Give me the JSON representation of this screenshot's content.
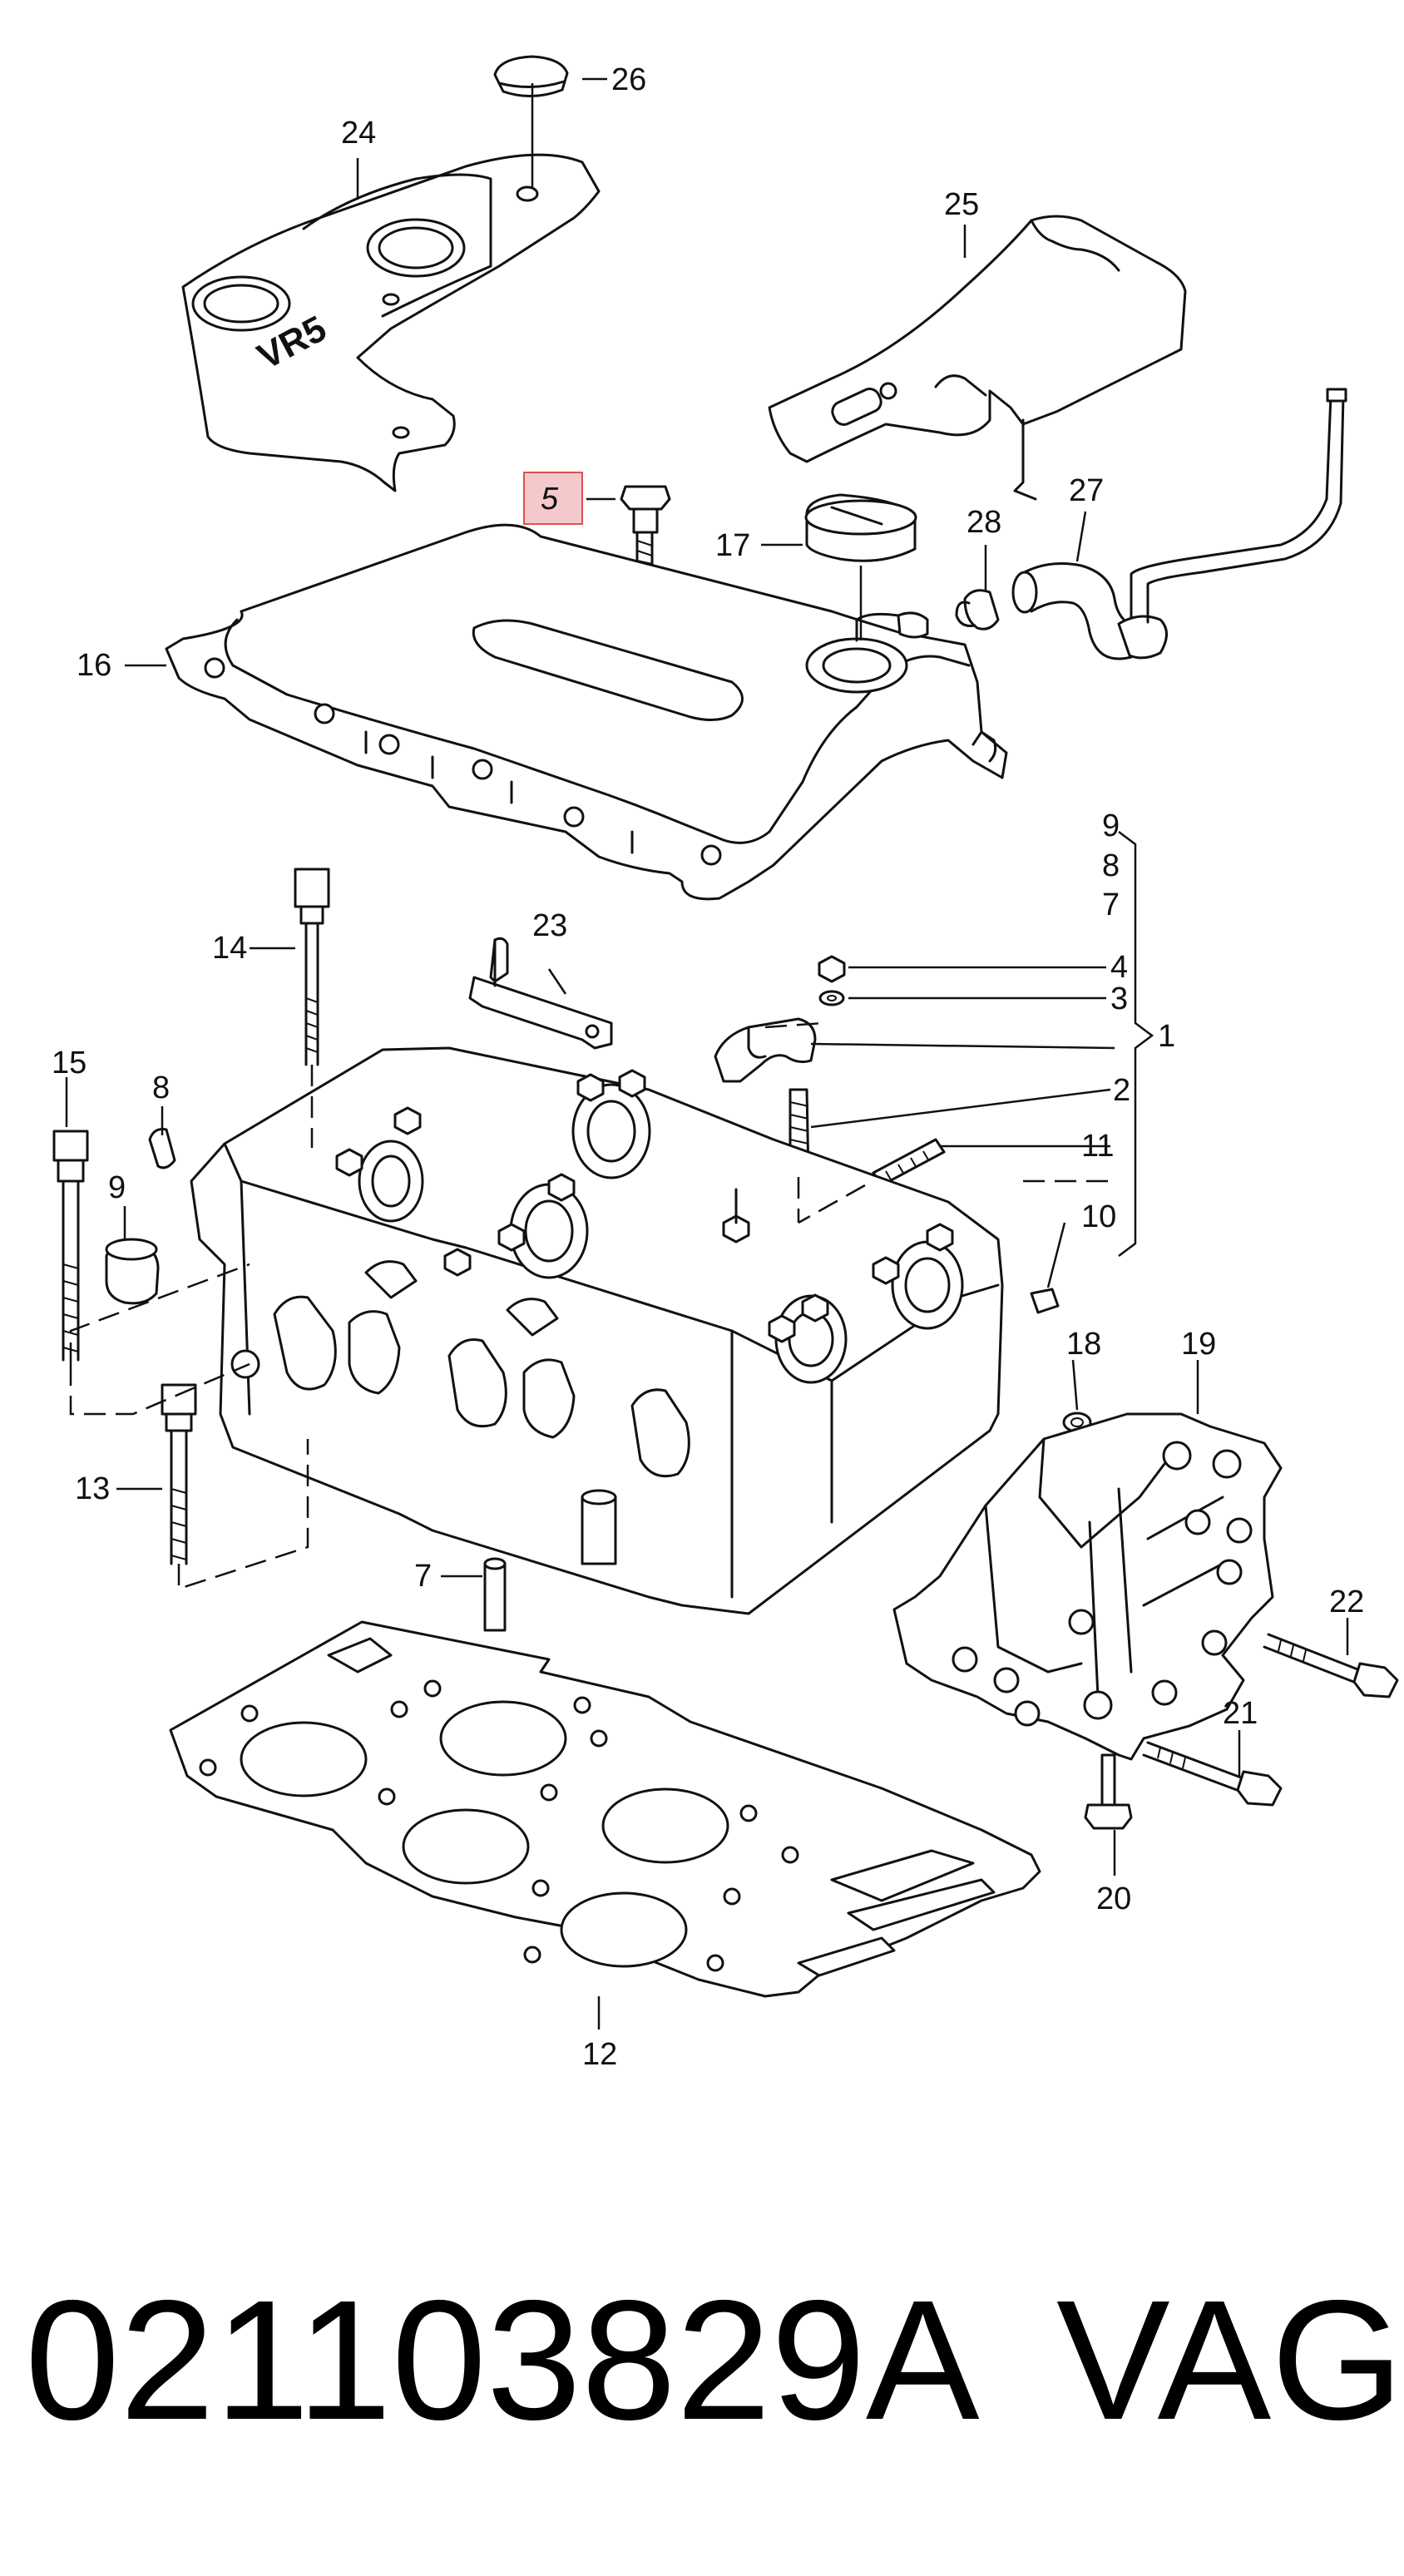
{
  "diagram": {
    "callouts": {
      "c1": "1",
      "c2": "2",
      "c3": "3",
      "c4": "4",
      "c5": "5",
      "c6": "",
      "c7a": "7",
      "c7b": "7",
      "c8a": "8",
      "c8b": "8",
      "c9a": "9",
      "c9b": "9",
      "c10": "10",
      "c11": "11",
      "c12": "12",
      "c13": "13",
      "c14": "14",
      "c15": "15",
      "c16": "16",
      "c17": "17",
      "c18": "18",
      "c19": "19",
      "c20": "20",
      "c21": "21",
      "c22": "22",
      "c23": "23",
      "c24": "24",
      "c25": "25",
      "c26": "26",
      "c27": "27",
      "c28": "28"
    },
    "cover_logo_text": "VR5",
    "highlight_color": "#f4c9cc",
    "highlight_border": "#d9534f"
  },
  "footer": {
    "part_number": "021103829A",
    "brand": "VAG"
  }
}
